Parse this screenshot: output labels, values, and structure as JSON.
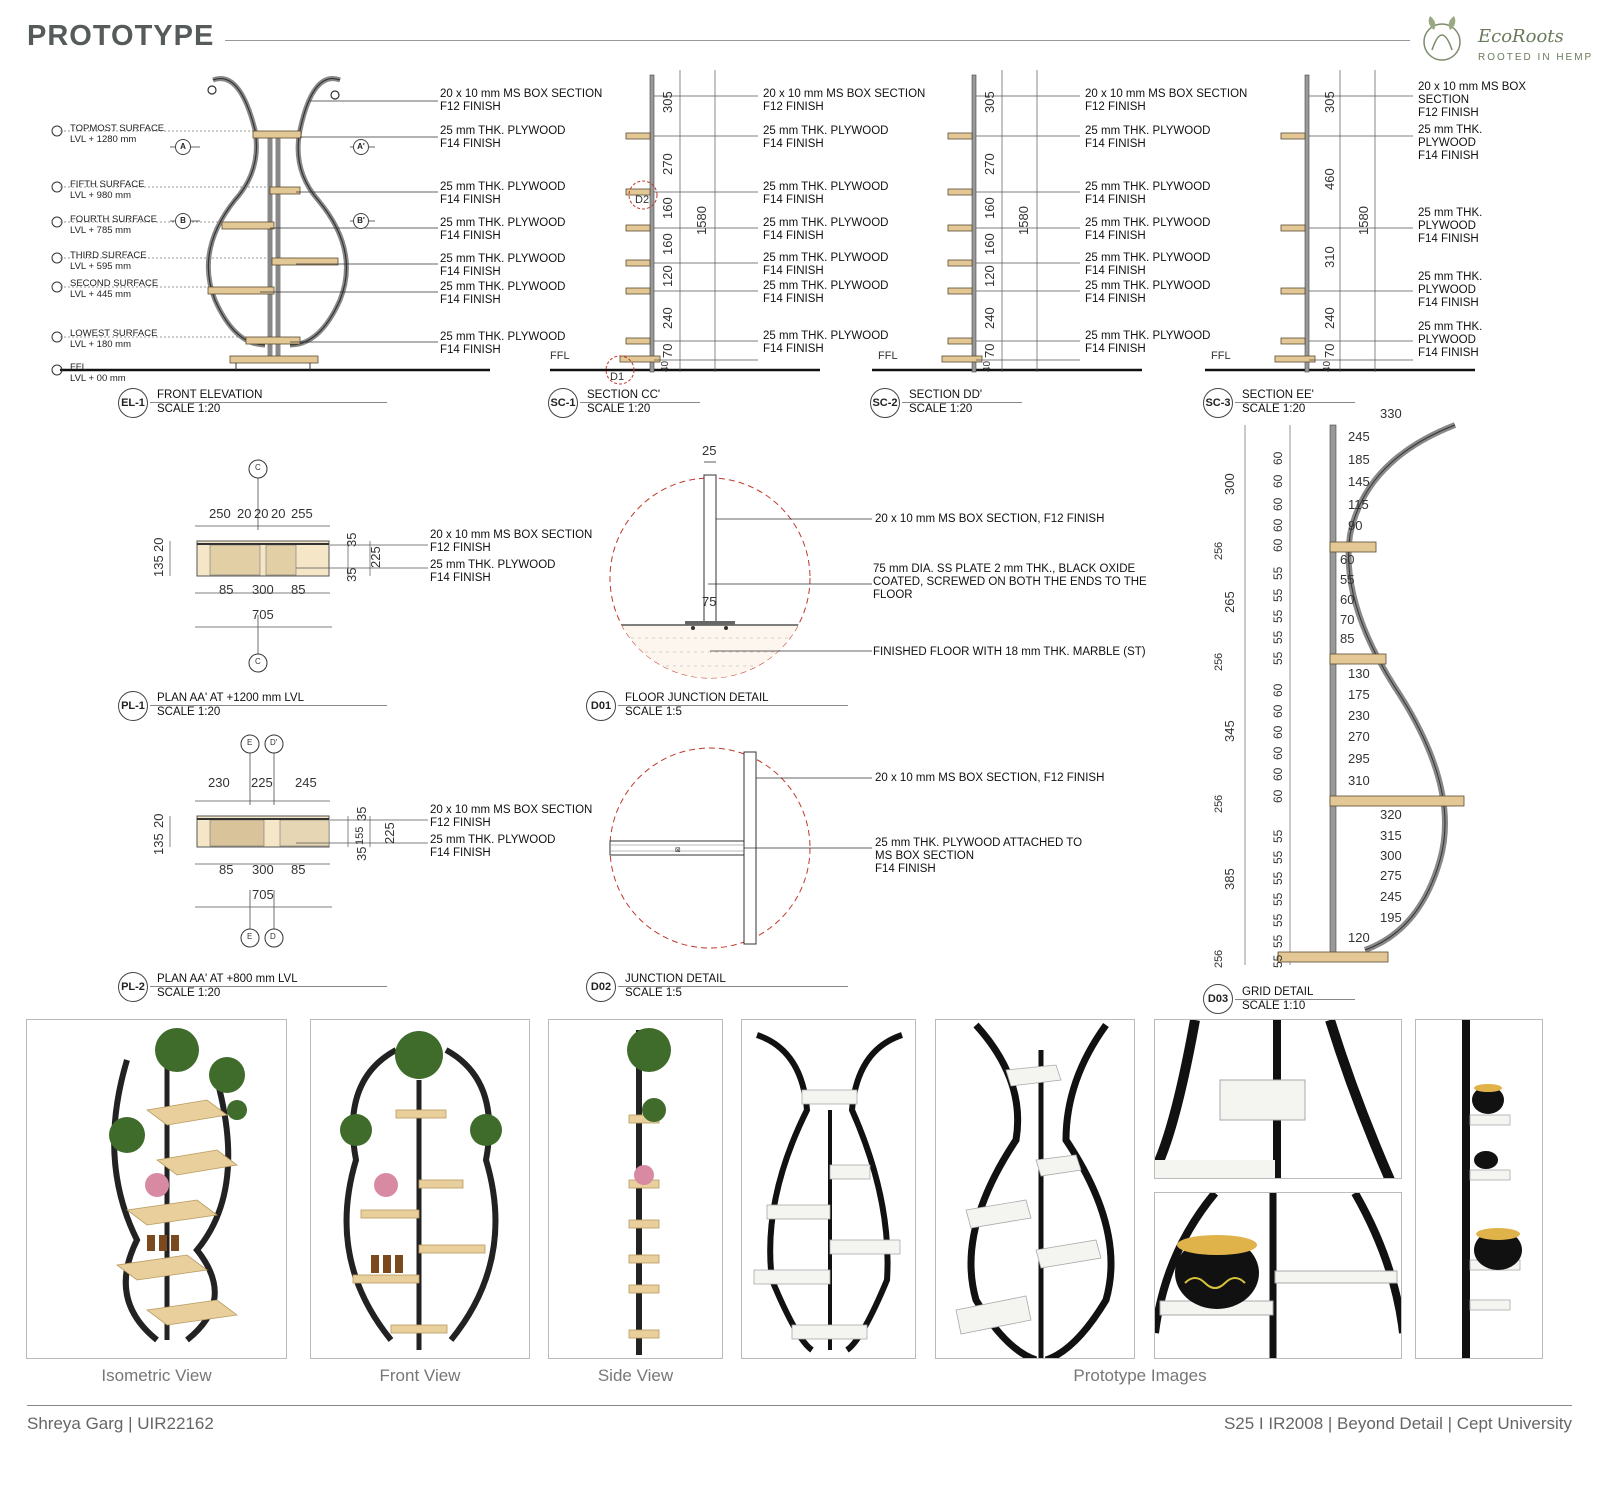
{
  "header": {
    "title": "PROTOTYPE",
    "logo_name": "EcoRoots",
    "logo_tagline": "ROOTED IN HEMP"
  },
  "colors": {
    "plywood": "#e3c896",
    "steel": "#8a8a8a",
    "detail_circle": "#c0392b",
    "text_grey": "#666666"
  },
  "levels": [
    {
      "name": "TOPMOST SURFACE",
      "lvl": "LVL + 1280 mm"
    },
    {
      "name": "FIFTH SURFACE",
      "lvl": "LVL + 980 mm"
    },
    {
      "name": "FOURTH SURFACE",
      "lvl": "LVL + 785 mm"
    },
    {
      "name": "THIRD SURFACE",
      "lvl": "LVL + 595 mm"
    },
    {
      "name": "SECOND SURFACE",
      "lvl": "LVL + 445 mm"
    },
    {
      "name": "LOWEST SURFACE",
      "lvl": "LVL + 180 mm"
    },
    {
      "name": "FFL",
      "lvl": "LVL + 00 mm"
    }
  ],
  "elevation_notes": [
    [
      "20 x 10 mm MS BOX SECTION",
      "F12 FINISH"
    ],
    [
      "25 mm THK. PLYWOOD",
      "F14 FINISH"
    ],
    [
      "25 mm THK. PLYWOOD",
      "F14 FINISH"
    ],
    [
      "25 mm THK. PLYWOOD",
      "F14 FINISH"
    ],
    [
      "25 mm THK. PLYWOOD",
      "F14 FINISH"
    ],
    [
      "25 mm THK. PLYWOOD",
      "F14 FINISH"
    ],
    [
      "25 mm THK. PLYWOOD",
      "F14 FINISH"
    ]
  ],
  "section_ee_notes": [
    [
      "20 x 10 mm MS BOX",
      "SECTION",
      "F12 FINISH"
    ],
    [
      "25 mm THK.",
      "PLYWOOD",
      "F14 FINISH"
    ],
    [
      "25 mm THK.",
      "PLYWOOD",
      "F14 FINISH"
    ],
    [
      "25 mm THK.",
      "PLYWOOD",
      "F14 FINISH"
    ],
    [
      "25 mm THK.",
      "PLYWOOD",
      "F14 FINISH"
    ]
  ],
  "section_dims_cc": [
    "305",
    "270",
    "160",
    "160",
    "120",
    "240",
    "70",
    "40"
  ],
  "section_dims_ee": [
    "305",
    "460",
    "310",
    "240",
    "70",
    "40"
  ],
  "section_total": "1580",
  "ffl": "FFL",
  "section_tags": {
    "section_a": "A",
    "section_a2": "A'",
    "section_b": "B",
    "section_b2": "B'",
    "detail_d1": "D1",
    "detail_d2": "D2"
  },
  "drawings": {
    "el1": {
      "tag": "EL-1",
      "title": "FRONT ELEVATION",
      "scale": "SCALE 1:20"
    },
    "sc1": {
      "tag": "SC-1",
      "title": "SECTION CC'",
      "scale": "SCALE 1:20"
    },
    "sc2": {
      "tag": "SC-2",
      "title": "SECTION DD'",
      "scale": "SCALE 1:20"
    },
    "sc3": {
      "tag": "SC-3",
      "title": "SECTION EE'",
      "scale": "SCALE 1:20"
    },
    "pl1": {
      "tag": "PL-1",
      "title": "PLAN AA' AT +1200 mm LVL",
      "scale": "SCALE 1:20"
    },
    "pl2": {
      "tag": "PL-2",
      "title": "PLAN AA' AT +800 mm LVL",
      "scale": "SCALE 1:20"
    },
    "d01": {
      "tag": "D01",
      "title": "FLOOR JUNCTION DETAIL",
      "scale": "SCALE 1:5"
    },
    "d02": {
      "tag": "D02",
      "title": "JUNCTION DETAIL",
      "scale": "SCALE 1:5"
    },
    "d03": {
      "tag": "D03",
      "title": "GRID DETAIL",
      "scale": "SCALE 1:10"
    }
  },
  "plan1": {
    "top_dims": [
      "250",
      "20",
      "20",
      "20",
      "255"
    ],
    "bottom_dims": [
      "85",
      "300",
      "85"
    ],
    "total": "705",
    "left_dims": [
      "135",
      "20"
    ],
    "right_dims": [
      "35",
      "35",
      "225"
    ],
    "notes": [
      [
        "20 x 10 mm MS BOX SECTION",
        "F12 FINISH"
      ],
      [
        "25 mm THK. PLYWOOD",
        "F14 FINISH"
      ]
    ],
    "markers": [
      "C",
      "C"
    ]
  },
  "plan2": {
    "top_dims": [
      "230",
      "225",
      "245"
    ],
    "bottom_dims": [
      "85",
      "300",
      "85"
    ],
    "total": "705",
    "left_dims": [
      "135",
      "20"
    ],
    "right_dims": [
      "35",
      "155",
      "35",
      "225"
    ],
    "notes": [
      [
        "20 x 10 mm MS BOX SECTION",
        "F12 FINISH"
      ],
      [
        "25 mm THK. PLYWOOD",
        "F14 FINISH"
      ]
    ],
    "markers": [
      "E",
      "D'",
      "E",
      "D"
    ]
  },
  "detail1": {
    "top_dim": "25",
    "plate_dim": "75",
    "notes": [
      [
        "20 x 10 mm MS BOX SECTION, F12 FINISH"
      ],
      [
        "75 mm DIA. SS PLATE 2 mm THK., BLACK OXIDE",
        "COATED, SCREWED ON BOTH THE ENDS TO THE",
        "FLOOR"
      ],
      [
        "FINISHED FLOOR WITH 18 mm THK. MARBLE (ST)"
      ]
    ]
  },
  "detail2": {
    "notes": [
      [
        "20 x 10 mm MS BOX SECTION, F12 FINISH"
      ],
      [
        "25  mm  THK.  PLYWOOD  ATTACHED  TO",
        "MS BOX SECTION",
        "F14 FINISH"
      ]
    ]
  },
  "grid": {
    "top_width": "330",
    "widths": [
      "245",
      "185",
      "145",
      "115",
      "90",
      "60",
      "55",
      "60",
      "70",
      "85",
      "130",
      "175",
      "230",
      "270",
      "295",
      "310",
      "320",
      "315",
      "300",
      "275",
      "245",
      "195",
      "120"
    ],
    "left_major": [
      "300",
      "265",
      "345",
      "385"
    ],
    "left_minor_a": [
      "60",
      "60",
      "60",
      "60",
      "60"
    ],
    "left_minor_b": [
      "55",
      "55",
      "55",
      "55",
      "55"
    ],
    "left_minor_c": [
      "60",
      "60",
      "60",
      "60",
      "60",
      "60"
    ],
    "left_minor_d": [
      "55",
      "55",
      "55",
      "55",
      "55",
      "55",
      "55"
    ],
    "gaps": [
      "6",
      "25",
      "6",
      "25",
      "6",
      "25",
      "6",
      "25"
    ]
  },
  "views": {
    "isometric": "Isometric View",
    "front": "Front View",
    "side": "Side View",
    "prototype": "Prototype Images"
  },
  "footer": {
    "left": "Shreya Garg | UIR22162",
    "right": "S25 I IR2008 | Beyond Detail | Cept University"
  }
}
